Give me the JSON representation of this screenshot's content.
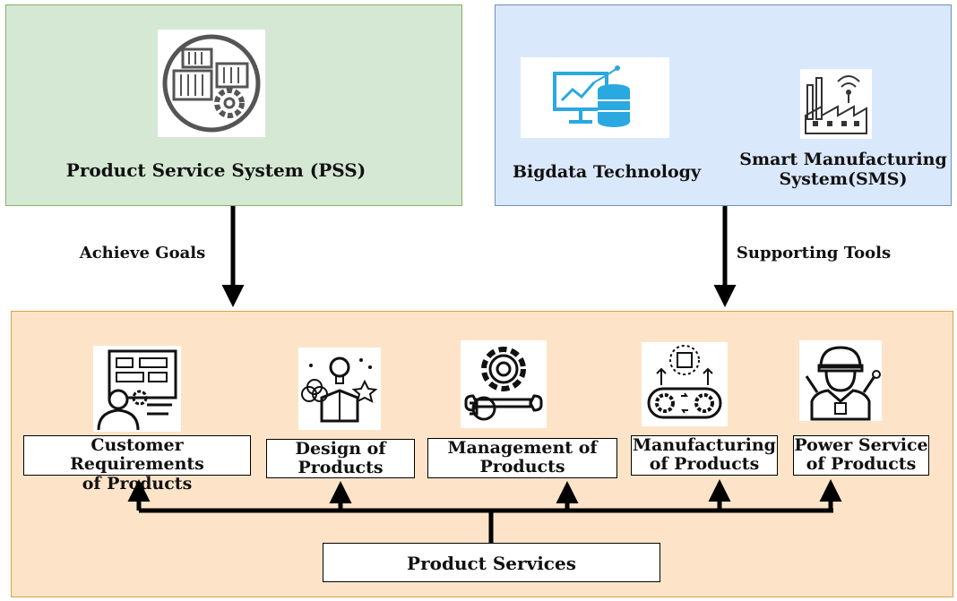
{
  "pss": {
    "title": "Product Service System (PSS)",
    "icon": "containers-gear-icon"
  },
  "tools": {
    "bigdata_label": "Bigdata Technology",
    "bigdata_icon": "monitor-database-icon",
    "sms_label_line1": "Smart Manufacturing",
    "sms_label_line2": "System(SMS)",
    "sms_icon": "smart-factory-icon"
  },
  "arrows": {
    "left_label": "Achieve Goals",
    "right_label": "Supporting Tools"
  },
  "services": {
    "hub_label": "Product Services",
    "items": [
      {
        "line1": "Customer Requirements",
        "line2": "of Products",
        "icon": "customer-dashboard-icon"
      },
      {
        "line1": "Design of",
        "line2": "Products",
        "icon": "design-ideas-icon"
      },
      {
        "line1": "Management of",
        "line2": "Products",
        "icon": "gear-wrench-icon"
      },
      {
        "line1": "Manufacturing",
        "line2": "of Products",
        "icon": "conveyor-icon"
      },
      {
        "line1": "Power Service",
        "line2": "of Products",
        "icon": "service-technician-icon"
      }
    ]
  },
  "colors": {
    "pss_fill": "#d5e8d4",
    "tools_fill": "#dae8fc",
    "services_fill": "#fde4c9",
    "bigdata_icon": "#2aa8e0"
  }
}
